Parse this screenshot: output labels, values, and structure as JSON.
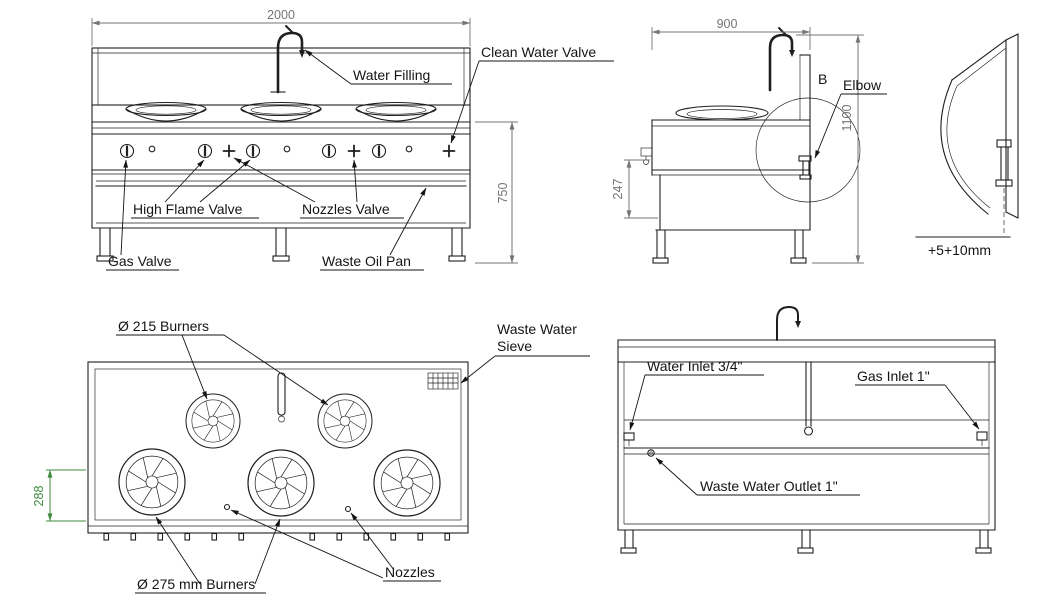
{
  "colors": {
    "line": "#1f1f1f",
    "dimension": "#757575",
    "dimension_accent": "#3d8b3d",
    "label": "#141414",
    "background": "#ffffff"
  },
  "front_view": {
    "dims": {
      "width": "2000",
      "height": "750"
    },
    "labels": {
      "water_filling": "Water Filling",
      "clean_water_valve": "Clean Water Valve",
      "high_flame_valve": "High Flame Valve",
      "nozzles_valve": "Nozzles Valve",
      "gas_valve": "Gas Valve",
      "waste_oil_pan": "Waste Oil Pan"
    }
  },
  "side_view": {
    "dims": {
      "width": "900",
      "height": "1100",
      "pan_depth": "247"
    },
    "labels": {
      "detail_marker": "B",
      "elbow": "Elbow"
    }
  },
  "elbow_detail": {
    "labels": {
      "adjustment": "+5+10mm"
    }
  },
  "plan_view": {
    "dims": {
      "burner_offset": "288"
    },
    "labels": {
      "small_burners": "Ø 215 Burners",
      "waste_water_sieve_line1": "Waste Water",
      "waste_water_sieve_line2": "Sieve",
      "large_burners": "Ø 275 mm Burners",
      "nozzles": "Nozzles"
    }
  },
  "rear_view": {
    "labels": {
      "water_inlet": "Water Inlet 3/4\"",
      "gas_inlet": "Gas Inlet 1\"",
      "waste_water_outlet": "Waste Water Outlet 1\""
    }
  }
}
